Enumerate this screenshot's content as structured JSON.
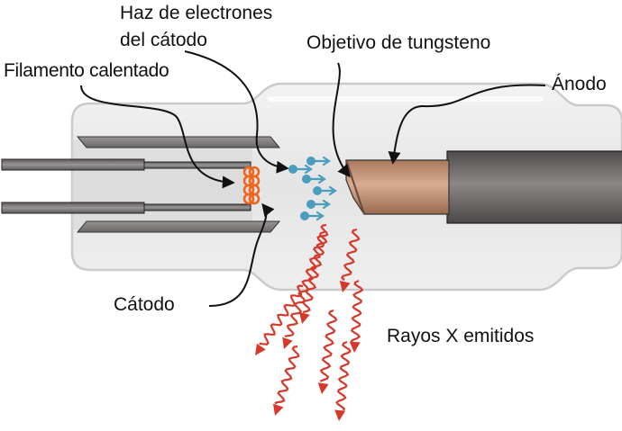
{
  "labels": {
    "beam_line1": "Haz de electrones",
    "beam_line2": "del cátodo",
    "heated_filament": "Filamento calentado",
    "tungsten_target": "Objetivo de tungsteno",
    "anode": "Ánodo",
    "cathode": "Cátodo",
    "emitted_xrays": "Rayos X emitidos"
  },
  "colors": {
    "filament": "#f0641e",
    "electrons": "#4a9dbd",
    "xrays": "#d5392b",
    "copper": "#c89a7c",
    "steel": "#6e6a6a"
  }
}
